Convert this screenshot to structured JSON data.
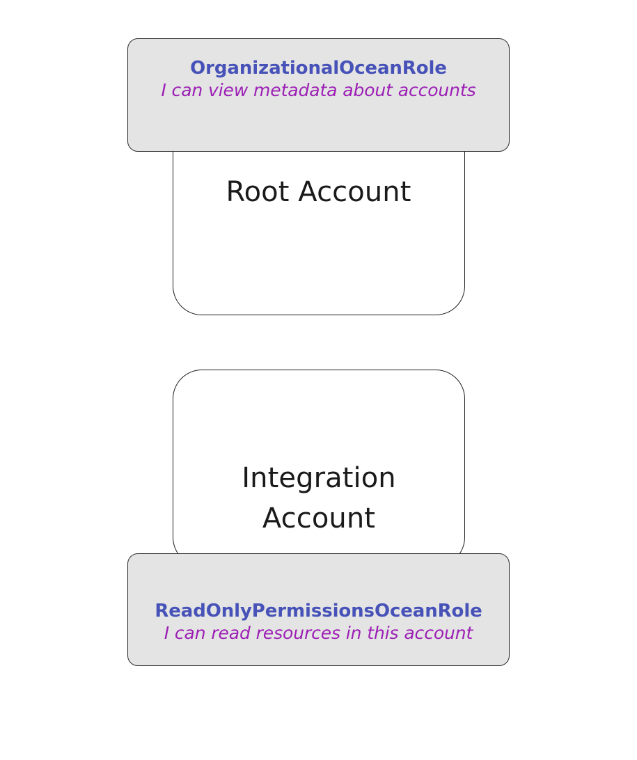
{
  "diagram": {
    "type": "account-role-diagram",
    "background_color": "#ffffff",
    "groups": [
      {
        "id": "root-group",
        "account": {
          "name": "Root Account",
          "box_fill": "#ffffff",
          "box_border": "#1c1c1c"
        },
        "role_badge": {
          "position": "top",
          "title": "OrganizationalOceanRole",
          "subtitle": "I can view metadata about accounts",
          "fill": "#e4e4e4",
          "border": "#2b2b2b",
          "title_color": "#4752b8",
          "subtitle_color": "#9c1fb5"
        }
      },
      {
        "id": "integration-group",
        "account": {
          "name": "Integration Account",
          "box_fill": "#ffffff",
          "box_border": "#1c1c1c"
        },
        "role_badge": {
          "position": "bottom",
          "title": "ReadOnlyPermissionsOceanRole",
          "subtitle": "I can read resources in this account",
          "fill": "#e4e4e4",
          "border": "#2b2b2b",
          "title_color": "#4752b8",
          "subtitle_color": "#9c1fb5"
        }
      }
    ]
  }
}
